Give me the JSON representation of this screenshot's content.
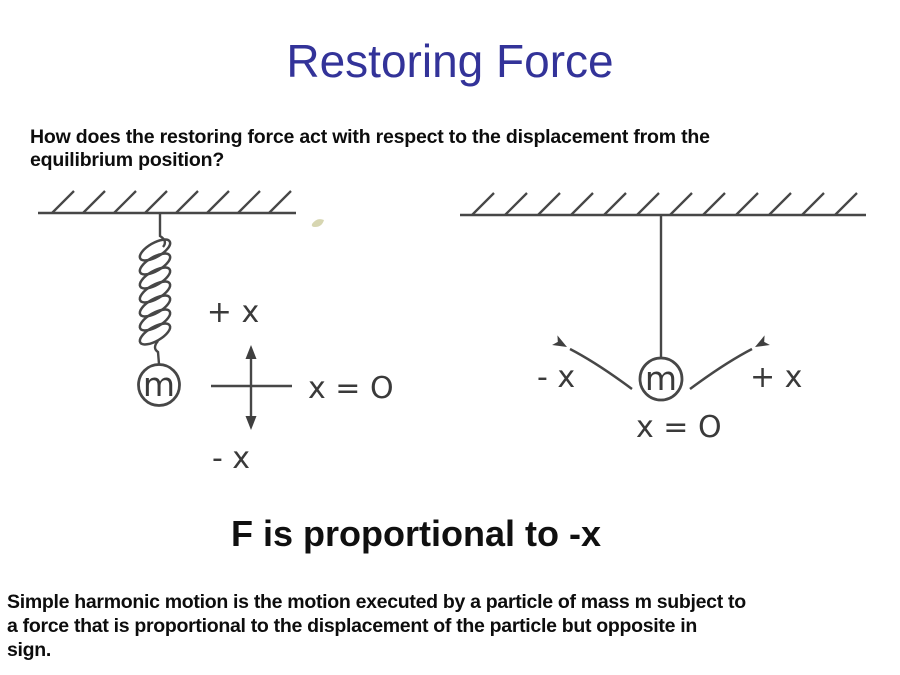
{
  "slide": {
    "title": "Restoring Force",
    "title_color": "#333399",
    "question_lines": [
      "How does the restoring force act with respect to the displacement from the",
      "equilibrium position?"
    ],
    "conclusion": "F is proportional to -x",
    "definition_lines": [
      "Simple harmonic motion is the motion executed by a particle of mass m subject to",
      "a force that is proportional to the displacement of the particle but opposite in",
      "sign."
    ]
  },
  "diagrams": {
    "ink_color": "#474747",
    "spring_system": {
      "mass_label": "m",
      "plus_x_label": "+ x",
      "minus_x_label": "- x",
      "equilibrium_label": "x = O"
    },
    "pendulum_system": {
      "mass_label": "m",
      "plus_x_label": "+ x",
      "minus_x_label": "- x",
      "equilibrium_label": "x = O"
    }
  }
}
